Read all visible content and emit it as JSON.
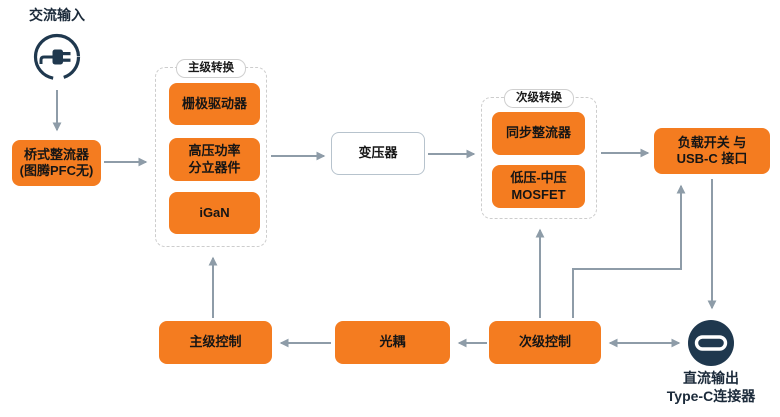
{
  "diagram_title": "AC-DC USB-C power adapter block diagram",
  "colors": {
    "accent_orange": "#F47C20",
    "navy": "#1F384E",
    "arrow_gray": "#8E9CA8",
    "group_border": "#CDCDCD",
    "white_node_border": "#B7C3CD"
  },
  "ac_input": {
    "label": "交流输入",
    "icon": "ac-plug-icon"
  },
  "bridge_rectifier": {
    "label": "桥式整流器\n(图腾PFC无)"
  },
  "primary_stage": {
    "title": "主级转换",
    "blocks": [
      "栅极驱动器",
      "高压功率\n分立器件",
      "iGaN"
    ]
  },
  "transformer": {
    "label": "变压器"
  },
  "secondary_stage": {
    "title": "次级转换",
    "blocks": [
      "同步整流器",
      "低压-中压\nMOSFET"
    ]
  },
  "load_switch": {
    "label": "负载开关 与\nUSB-C 接口"
  },
  "controls": {
    "primary": "主级控制",
    "optocoupler": "光耦",
    "secondary": "次级控制"
  },
  "dc_output": {
    "label": "直流输出\nType-C连接器",
    "icon": "usb-c-connector-icon"
  }
}
